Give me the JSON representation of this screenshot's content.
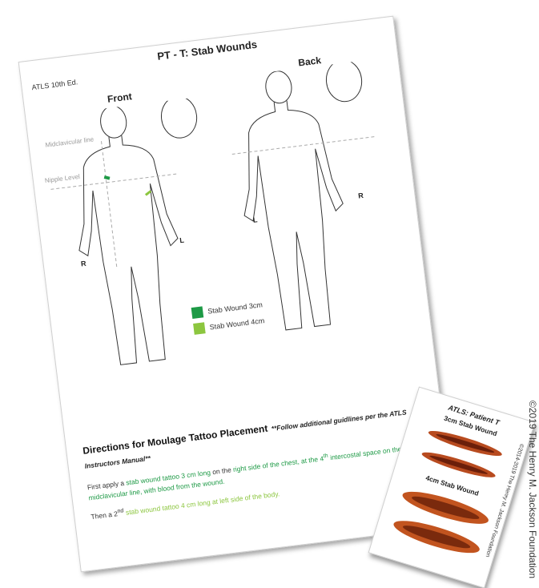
{
  "sheet": {
    "title": "PT - T: Stab Wounds",
    "edition": "ATLS 10th Ed.",
    "front_label": "Front",
    "back_label": "Back",
    "midclavicular_label": "Midclavicular line",
    "nipple_label": "Nipple Level",
    "front_right": "R",
    "front_left": "L",
    "back_left": "L",
    "back_right": "R",
    "legend": [
      {
        "label": "Stab Wound 3cm",
        "color": "#1e9a46"
      },
      {
        "label": "Stab Wound 4cm",
        "color": "#8cc63f"
      }
    ],
    "directions": {
      "title": "Directions for Moulage Tattoo Placement",
      "note": "**Follow additional guidlines per the ATLS Instructors Manual**",
      "l1_a": "First apply a ",
      "l1_b": "stab wound tattoo 3 cm long",
      "l1_c": " on the ",
      "l1_d": "right side of the chest, at the 4",
      "l1_sup": "th",
      "l1_e": " intercostal space on the",
      "l2": "midclavicular line, with blood from the wound.",
      "l3_a": "Then a 2",
      "l3_sup": "nd",
      "l3_b": " stab wound tattoo 4 cm long at left side of the body."
    }
  },
  "card": {
    "title": "ATLS: Patient T",
    "label_3cm": "3cm Stab Wound",
    "label_4cm": "4cm Stab Wound",
    "copyright": "©2014-2019 The Henry M. Jackson Foundation"
  },
  "copyright": "©2019 The Henry M. Jackson Foundation"
}
